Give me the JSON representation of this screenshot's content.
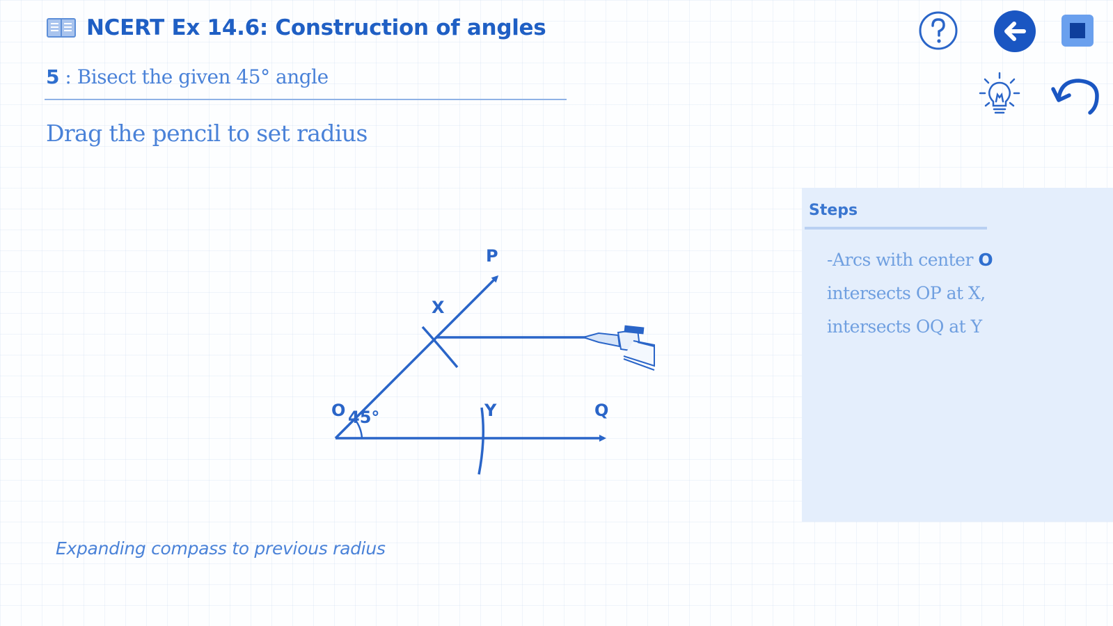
{
  "header": {
    "title": "NCERT Ex 14.6: Construction of angles",
    "icon": "book-icon"
  },
  "subtitle": {
    "step_number": "5",
    "text": " : Bisect the given 45° angle"
  },
  "instruction": "Drag the pencil to set radius",
  "toolbar": {
    "help_icon": "question-mark-icon",
    "back_icon": "arrow-left-icon",
    "stop_icon": "stop-square-icon",
    "hint_icon": "lightbulb-icon",
    "undo_icon": "undo-icon"
  },
  "drawing": {
    "labels": {
      "p": "P",
      "x": "X",
      "o": "O",
      "angle": "45°",
      "y": "Y",
      "q": "Q"
    }
  },
  "steps": {
    "heading": "Steps",
    "line1_prefix": "-Arcs  with center ",
    "line1_bold": "O",
    "line2": "intersects OP at X,",
    "line3": "intersects OQ at Y"
  },
  "status": "Expanding compass to previous radius",
  "colors": {
    "primary": "#1f5fc4",
    "accent": "#2f6fcf",
    "panel": "#e4eefc",
    "stop": "#5b95ea"
  }
}
